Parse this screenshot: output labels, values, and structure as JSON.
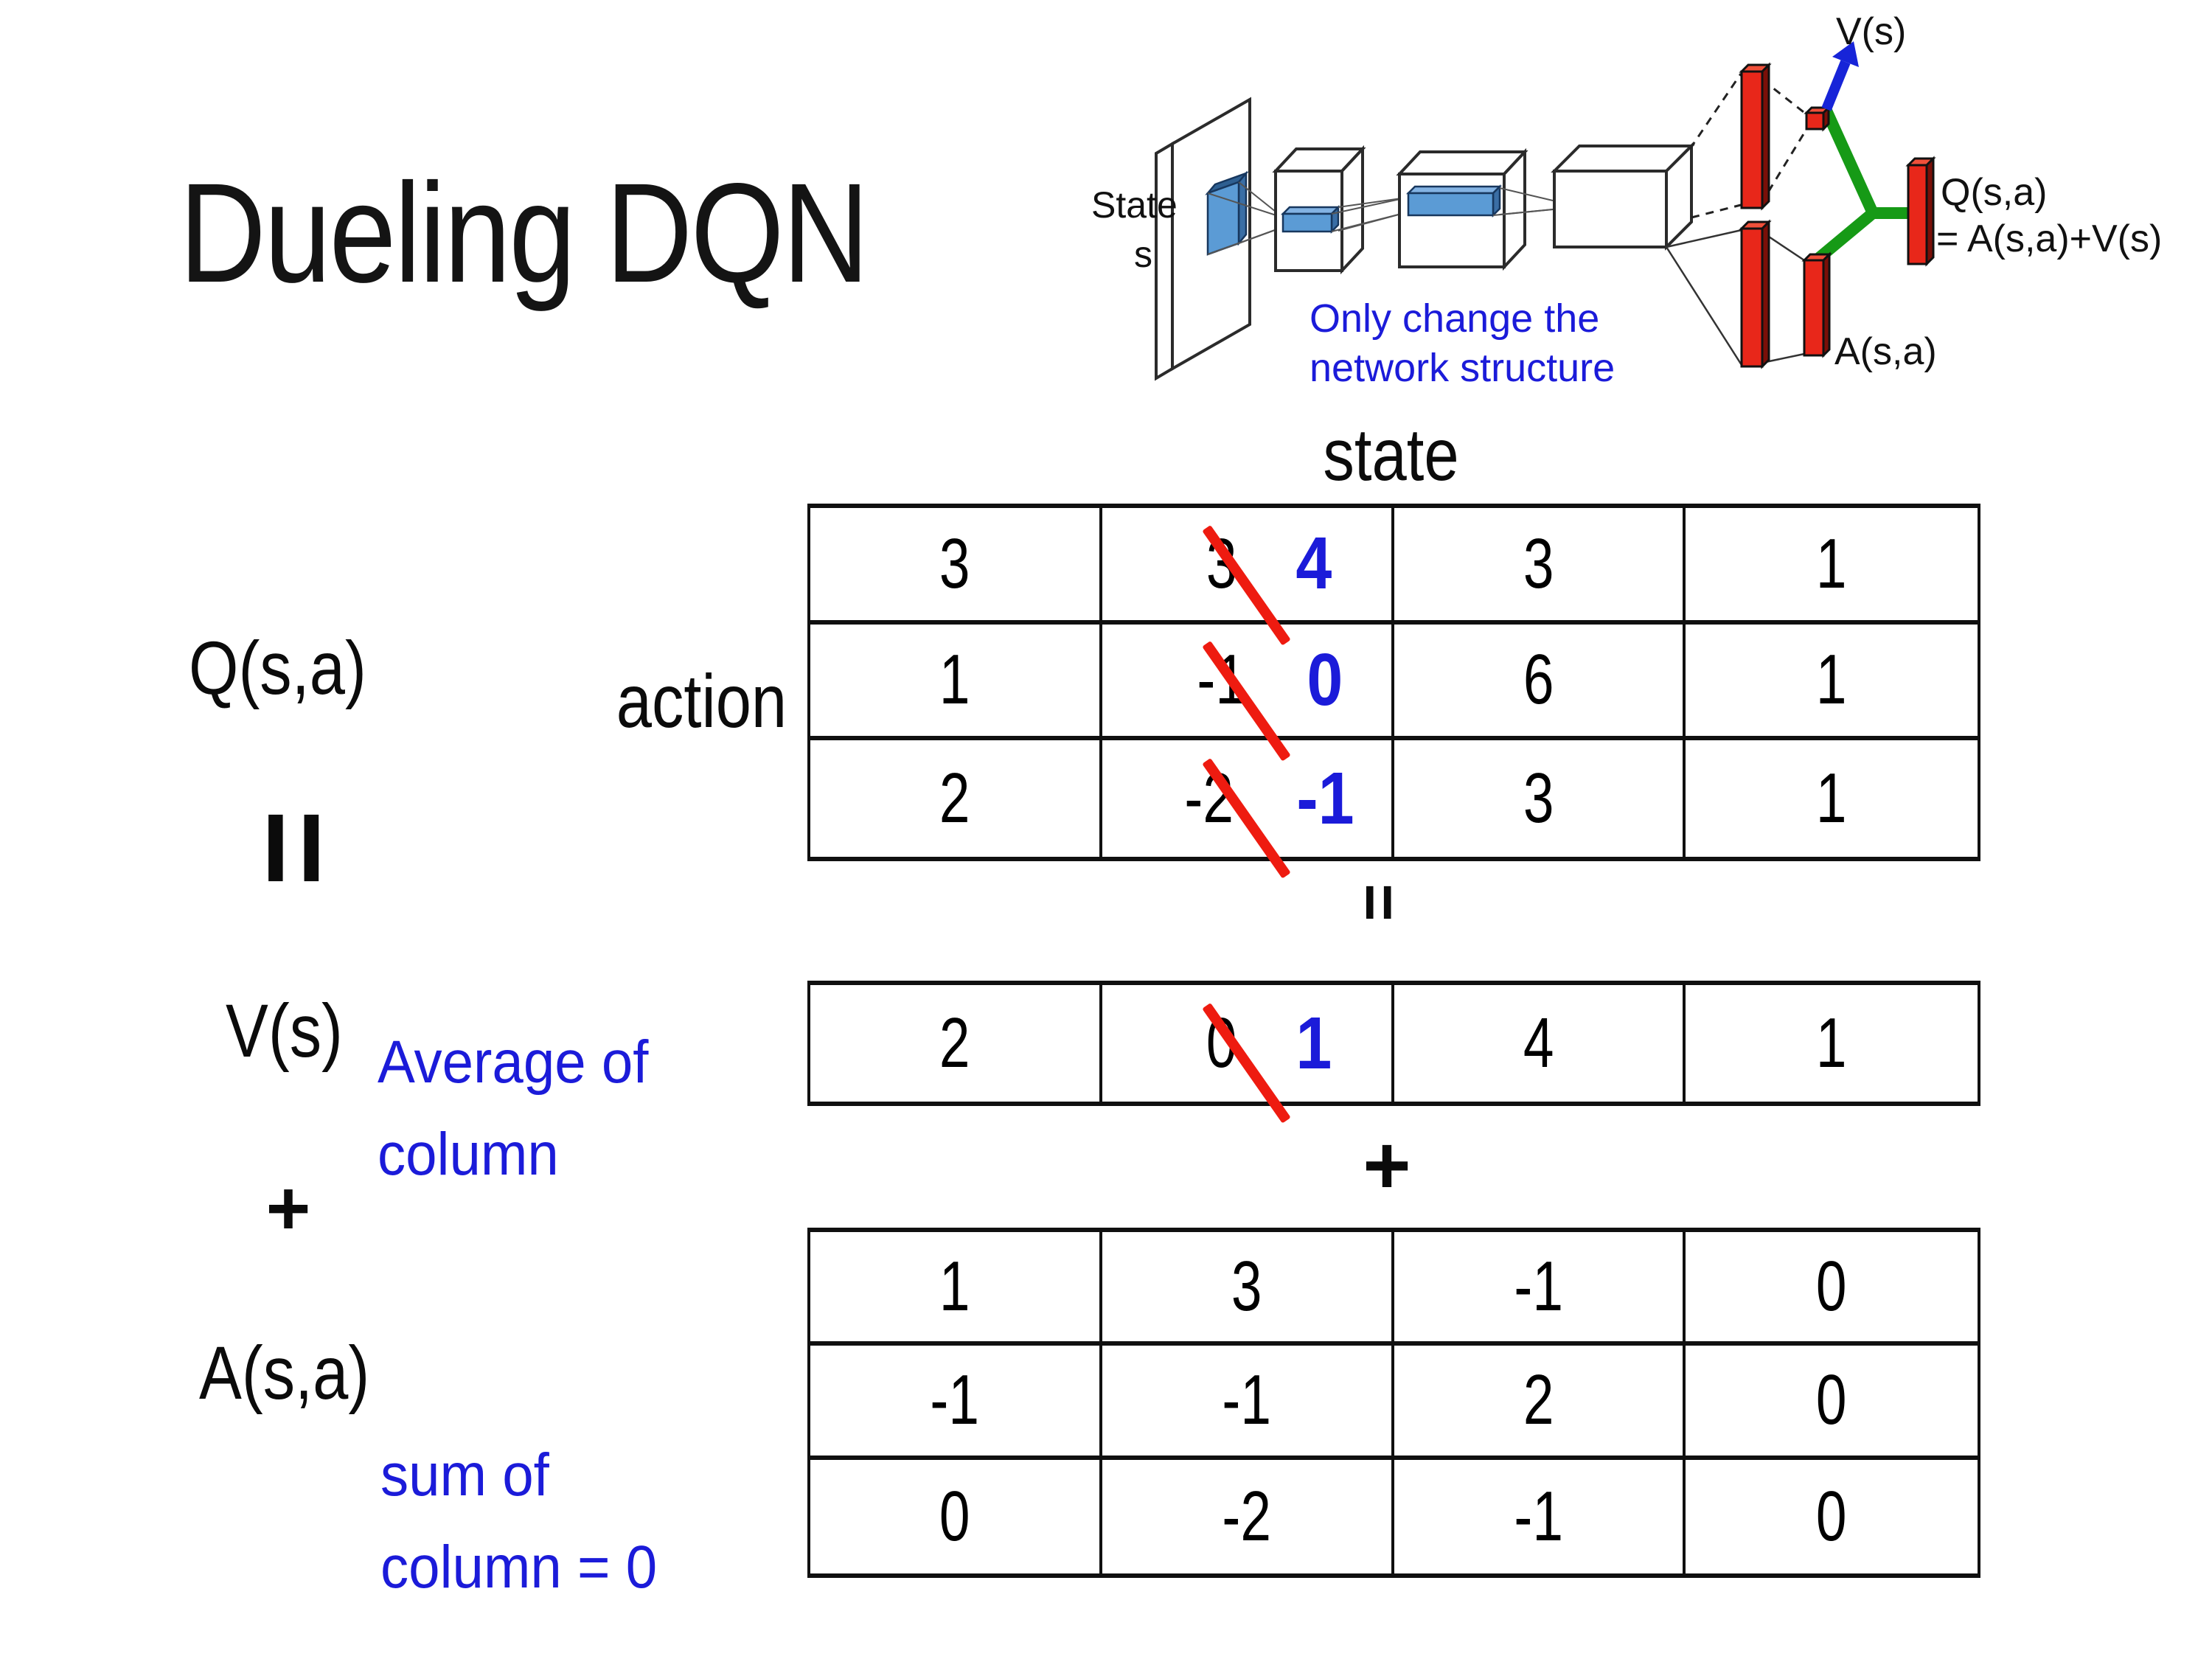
{
  "title": "Dueling DQN",
  "diagram": {
    "state_line1": "State",
    "state_line2": "s",
    "note_line1": "Only change the",
    "note_line2": "network structure",
    "v_out_label": "V(s)",
    "a_out_label": "A(s,a)",
    "q_out_line1": "Q(s,a)",
    "q_out_line2": "= A(s,a)+V(s)"
  },
  "equation": {
    "q_label": "Q(s,a)",
    "equals_symbol": "=",
    "v_label": "V(s)",
    "plus_symbol": "+",
    "a_label": "A(s,a)",
    "action_label": "action",
    "state_label": "state",
    "avg_note_line1": "Average of",
    "avg_note_line2": "column",
    "sum_note_line1": "sum of",
    "sum_note_line2": "column = 0"
  },
  "colors": {
    "accent_blue": "#1b1bd9",
    "strike_red": "#ee1b10",
    "bar_red": "#e8271a",
    "bar_red_dark": "#7a0f08",
    "link_green": "#169a16",
    "arrow_blue": "#1724d8",
    "filter_blue": "#5b9bd5"
  },
  "q_table": {
    "rows": [
      [
        "3",
        {
          "old": "3",
          "new": "4"
        },
        "3",
        "1"
      ],
      [
        "1",
        {
          "old": "-1",
          "new": "0"
        },
        "6",
        "1"
      ],
      [
        "2",
        {
          "old": "-2",
          "new": "-1"
        },
        "3",
        "1"
      ]
    ]
  },
  "v_row": [
    "2",
    {
      "old": "0",
      "new": "1"
    },
    "4",
    "1"
  ],
  "a_table": {
    "rows": [
      [
        "1",
        "3",
        "-1",
        "0"
      ],
      [
        "-1",
        "-1",
        "2",
        "0"
      ],
      [
        "0",
        "-2",
        "-1",
        "0"
      ]
    ]
  }
}
